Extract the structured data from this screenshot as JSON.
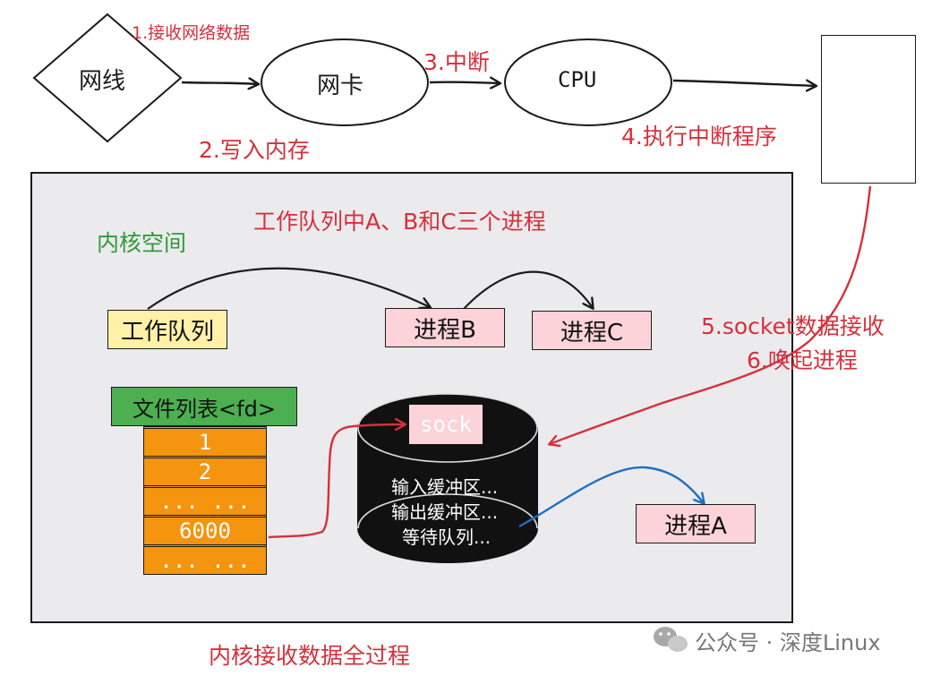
{
  "title": "内核接收数据全过程",
  "top_flow": {
    "wire": "网线",
    "nic": "网卡",
    "cpu": "CPU"
  },
  "steps": {
    "s1": "1.接收网络数据",
    "s2": "2.写入内存",
    "s3": "3.中断",
    "s4": "4.执行中断程序",
    "s5": "5.socket数据接收",
    "s6": "6.唤起进程"
  },
  "kernel": {
    "label": "内核空间",
    "heading": "工作队列中A、B和C三个进程",
    "work_queue": "工作队列",
    "process_b": "进程B",
    "process_c": "进程C",
    "process_a": "进程A",
    "file_list_header": "文件列表<fd>",
    "file_list_items": [
      "1",
      "2",
      "... ...",
      "6000",
      "... ..."
    ],
    "sock": "sock",
    "socket_lines": [
      "输入缓冲区...",
      "输出缓冲区...",
      "等待队列..."
    ]
  },
  "watermark": "公众号 · 深度Linux",
  "colors": {
    "red": "#d6303b",
    "green": "#2f9a3c",
    "blue": "#1f6fc2",
    "yellow": "#fff2a8",
    "pink": "#fbd3d8",
    "orange": "#f5940f",
    "header_green": "#4caf50",
    "kernel_bg": "#ebebee"
  }
}
